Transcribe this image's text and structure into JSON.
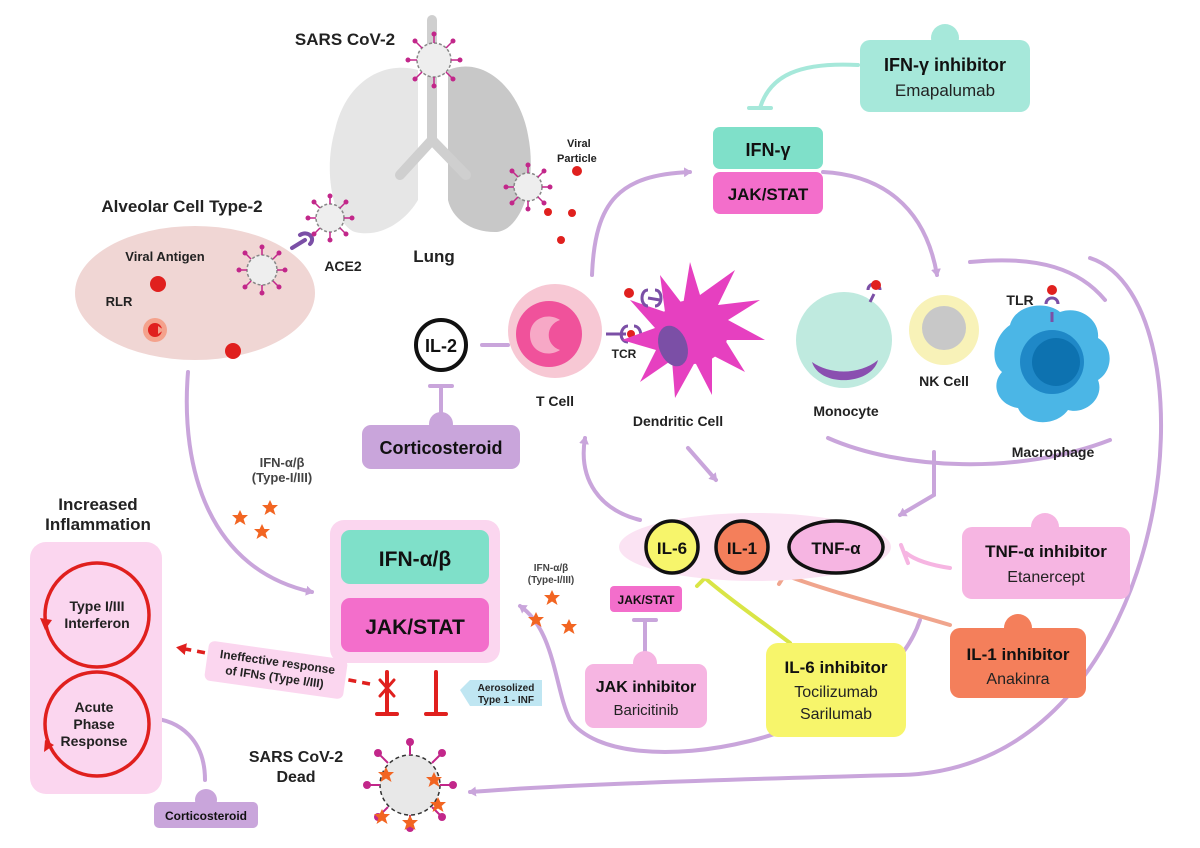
{
  "colors": {
    "teal": "#7fe0c9",
    "pink": "#f36ecb",
    "lightPink": "#fbd6ef",
    "purple": "#c9a5db",
    "purpleDark": "#8a4fb0",
    "red": "#e0201e",
    "yellow": "#f7f56b",
    "coral": "#f47f5b",
    "lilacArrow": "#c9a5db",
    "lung": "#e3e3e3",
    "alveolar": "#f0d6d4"
  },
  "lung": {
    "virus_title": "SARS CoV-2",
    "label": "Lung",
    "viral_particle_line1": "Viral",
    "viral_particle_line2": "Particle"
  },
  "alveolar": {
    "title": "Alveolar Cell Type-2",
    "viral_antigen": "Viral Antigen",
    "rlr": "RLR",
    "ace2": "ACE2"
  },
  "ifng_top": {
    "ifng": "IFN-γ",
    "jakstat": "JAK/STAT"
  },
  "ifng_inhibitor": {
    "title": "IFN-γ inhibitor",
    "drug": "Emapalumab"
  },
  "cells": {
    "il2": "IL-2",
    "corticosteroid_mid": "Corticosteroid",
    "t_cell": "T Cell",
    "tcr": "TCR",
    "dendritic": "Dendritic Cell",
    "monocyte": "Monocyte",
    "nk": "NK Cell",
    "tlr": "TLR",
    "macrophage": "Macrophage"
  },
  "ifn_label": {
    "line1": "IFN-α/β",
    "line2": "(Type-I/III)"
  },
  "ifn_small_label": {
    "line1": "IFN-α/β",
    "line2": "(Type-I/III)"
  },
  "center": {
    "ifn": "IFN-α/β",
    "jakstat": "JAK/STAT"
  },
  "cytokines": {
    "il6": "IL-6",
    "il1": "IL-1",
    "tnf": "TNF-α"
  },
  "jak_small": "JAK/STAT",
  "jak_inhibitor": {
    "title": "JAK inhibitor",
    "drug": "Baricitinib"
  },
  "il6_inhibitor": {
    "title": "IL-6 inhibitor",
    "drug1": "Tocilizumab",
    "drug2": "Sarilumab"
  },
  "tnf_inhibitor": {
    "title": "TNF-α inhibitor",
    "drug": "Etanercept"
  },
  "il1_inhibitor": {
    "title": "IL-1 inhibitor",
    "drug": "Anakinra"
  },
  "inflammation": {
    "title1": "Increased",
    "title2": "Inflammation",
    "type1_line1": "Type I/III",
    "type1_line2": "Interferon",
    "acute_line1": "Acute",
    "acute_line2": "Phase",
    "acute_line3": "Response"
  },
  "corticosteroid_bottom": "Corticosteroid",
  "ineffective": {
    "line1": "Ineffective response",
    "line2": "of IFNs (Type I/III)"
  },
  "aerosolized": {
    "line1": "Aerosolized",
    "line2": "Type 1 - INF"
  },
  "dead_virus": {
    "line1": "SARS CoV-2",
    "line2": "Dead"
  }
}
